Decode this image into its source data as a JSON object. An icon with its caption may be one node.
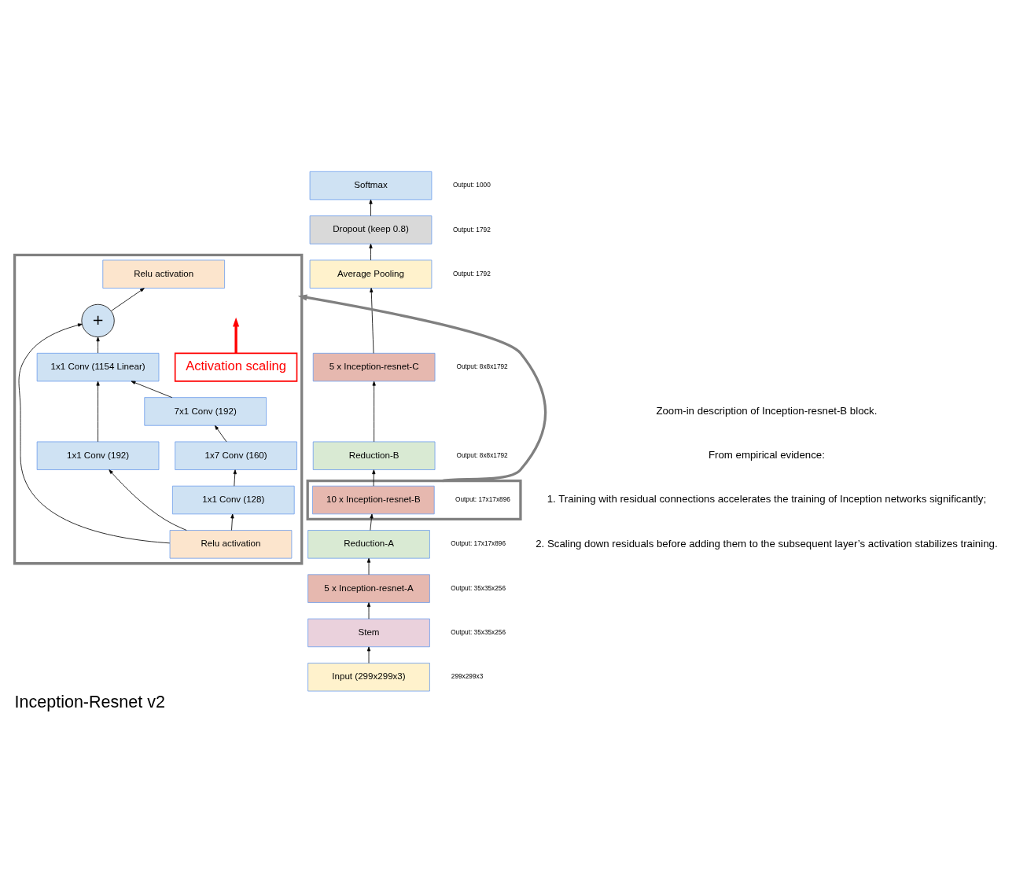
{
  "diagram": {
    "title": "Inception-Resnet v2",
    "caption": "Zoom-in description of Inception-resnet-B block.",
    "nodes": [
      {
        "text": [
          "Softmax"
        ],
        "beside": [
          "Output: 1000"
        ]
      },
      {
        "text": [
          "Dropout (keep 0.8)"
        ],
        "beside": [
          "Output: 1792"
        ]
      },
      {
        "text": [
          "Average Pooling"
        ],
        "beside": [
          "Output: 1792"
        ]
      },
      {
        "text": [
          "5 x Inception-resnet-C"
        ],
        "beside": [
          "Output: 8x8x1792"
        ]
      },
      {
        "text": [
          "Reduction-B"
        ],
        "beside": [
          "Output: 8x8x1792"
        ]
      },
      {
        "text": [],
        "shape": "box"
      },
      {
        "text": [
          "10 x Inception-resnet-B"
        ],
        "in": 5,
        "beside": [
          "Output: 17x17x896"
        ]
      },
      {
        "text": [
          "Reduction-A"
        ],
        "beside": [
          "Output: 17x17x896"
        ]
      },
      {
        "text": [
          "5 x Inception-resnet-A"
        ],
        "beside": [
          "Output: 35x35x256"
        ]
      },
      {
        "text": [
          "Stem"
        ],
        "beside": [
          "Output: 35x35x256"
        ]
      },
      {
        "text": [
          "Input (299x299x3)"
        ],
        "beside": [
          "299x299x3"
        ]
      },
      {
        "text": [],
        "shape": "box"
      },
      {
        "text": [
          "Relu activation"
        ],
        "in": 11
      },
      {
        "text": [
          "+"
        ],
        "in": 11
      },
      {
        "text": [
          "Activation scaling"
        ],
        "in": 11
      },
      {
        "text": [
          "1x1 Conv (1154 Linear)"
        ],
        "in": 11
      },
      {
        "text": [
          "7x1 Conv (192)"
        ],
        "in": 11
      },
      {
        "text": [
          "1x1 Conv (192)"
        ],
        "in": 11
      },
      {
        "text": [
          "1x7 Conv (160)"
        ],
        "in": 11
      },
      {
        "text": [
          "1x1 Conv (128)"
        ],
        "in": 11
      },
      {
        "text": [
          "Relu activation"
        ],
        "in": 11
      }
    ],
    "edges": [
      {
        "from": 10,
        "to": 9,
        "arrow": "to"
      },
      {
        "from": 9,
        "to": 8,
        "arrow": "to"
      },
      {
        "from": 8,
        "to": 7,
        "arrow": "to"
      },
      {
        "from": 7,
        "to": 6,
        "arrow": "to"
      },
      {
        "from": 6,
        "to": 4,
        "arrow": "to"
      },
      {
        "from": 4,
        "to": 3,
        "arrow": "to"
      },
      {
        "from": 3,
        "to": 2,
        "arrow": "to"
      },
      {
        "from": 2,
        "to": 1,
        "arrow": "to"
      },
      {
        "from": 1,
        "to": 0,
        "arrow": "to"
      },
      {
        "from": 5,
        "to": 11,
        "arrow": "to",
        "style": "thick",
        "color": "#808080"
      },
      {
        "from": 20,
        "to": 13,
        "arrow": "to"
      },
      {
        "from": 20,
        "to": 17,
        "arrow": "to"
      },
      {
        "from": 20,
        "to": 19,
        "arrow": "to"
      },
      {
        "from": 19,
        "to": 18,
        "arrow": "to"
      },
      {
        "from": 18,
        "to": 16,
        "arrow": "to"
      },
      {
        "from": 17,
        "to": 15,
        "arrow": "to"
      },
      {
        "from": 16,
        "to": 15,
        "arrow": "to"
      },
      {
        "from": 15,
        "to": 13,
        "arrow": "to"
      },
      {
        "from": 13,
        "to": 12,
        "arrow": "to"
      },
      {
        "from": 14,
        "to": null,
        "arrow": "to",
        "style": "thick",
        "color": "#ff0000"
      }
    ],
    "labels": [
      "From empirical evidence:",
      "1. Training with residual connections accelerates the training of Inception networks significantly;",
      "2. Scaling down residuals before adding them to the subsequent layer’s activation stabilizes training."
    ]
  }
}
